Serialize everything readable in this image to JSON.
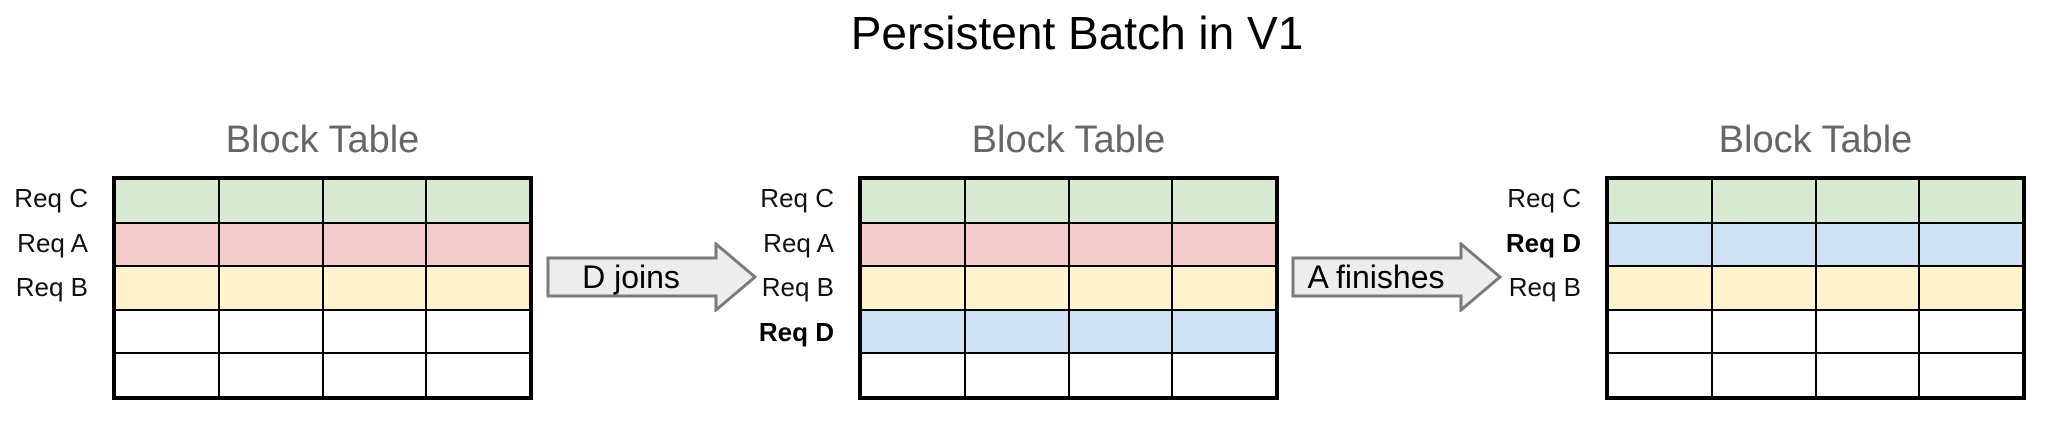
{
  "page": {
    "title": "Persistent Batch in V1"
  },
  "colors": {
    "green": "#d9ead3",
    "red": "#f4cccc",
    "yellow": "#fff2cc",
    "blue": "#cfe2f3",
    "white": "#ffffff",
    "table_title_gray": "#666666",
    "cell_border": "#000000",
    "arrow_fill": "#ededed",
    "arrow_border": "#7a7a7a"
  },
  "tables": [
    {
      "title": "Block Table",
      "columns": 4,
      "rows": [
        {
          "label": "Req C",
          "bold": false,
          "color": "green"
        },
        {
          "label": "Req A",
          "bold": false,
          "color": "red"
        },
        {
          "label": "Req B",
          "bold": false,
          "color": "yellow"
        },
        {
          "label": "",
          "bold": false,
          "color": "white"
        },
        {
          "label": "",
          "bold": false,
          "color": "white"
        }
      ]
    },
    {
      "title": "Block Table",
      "columns": 4,
      "rows": [
        {
          "label": "Req C",
          "bold": false,
          "color": "green"
        },
        {
          "label": "Req A",
          "bold": false,
          "color": "red"
        },
        {
          "label": "Req B",
          "bold": false,
          "color": "yellow"
        },
        {
          "label": "Req D",
          "bold": true,
          "color": "blue"
        },
        {
          "label": "",
          "bold": false,
          "color": "white"
        }
      ]
    },
    {
      "title": "Block Table",
      "columns": 4,
      "rows": [
        {
          "label": "Req C",
          "bold": false,
          "color": "green"
        },
        {
          "label": "Req D",
          "bold": true,
          "color": "blue"
        },
        {
          "label": "Req B",
          "bold": false,
          "color": "yellow"
        },
        {
          "label": "",
          "bold": false,
          "color": "white"
        },
        {
          "label": "",
          "bold": false,
          "color": "white"
        }
      ]
    }
  ],
  "arrows": [
    {
      "label": "D joins"
    },
    {
      "label": "A finishes"
    }
  ]
}
